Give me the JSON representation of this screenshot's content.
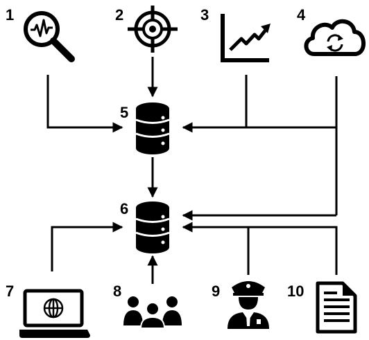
{
  "labels": {
    "n1": "1",
    "n2": "2",
    "n3": "3",
    "n4": "4",
    "n5": "5",
    "n6": "6",
    "n7": "7",
    "n8": "8",
    "n9": "9",
    "n10": "10"
  },
  "icons": {
    "n1": "magnifier-waveform-icon",
    "n2": "crosshair-target-icon",
    "n3": "trend-chart-icon",
    "n4": "cloud-sync-icon",
    "n5": "database-icon",
    "n6": "database-icon",
    "n7": "laptop-globe-icon",
    "n8": "people-group-icon",
    "n9": "police-officer-icon",
    "n10": "document-icon"
  },
  "colors": {
    "ink": "#000000",
    "background": "#ffffff"
  }
}
